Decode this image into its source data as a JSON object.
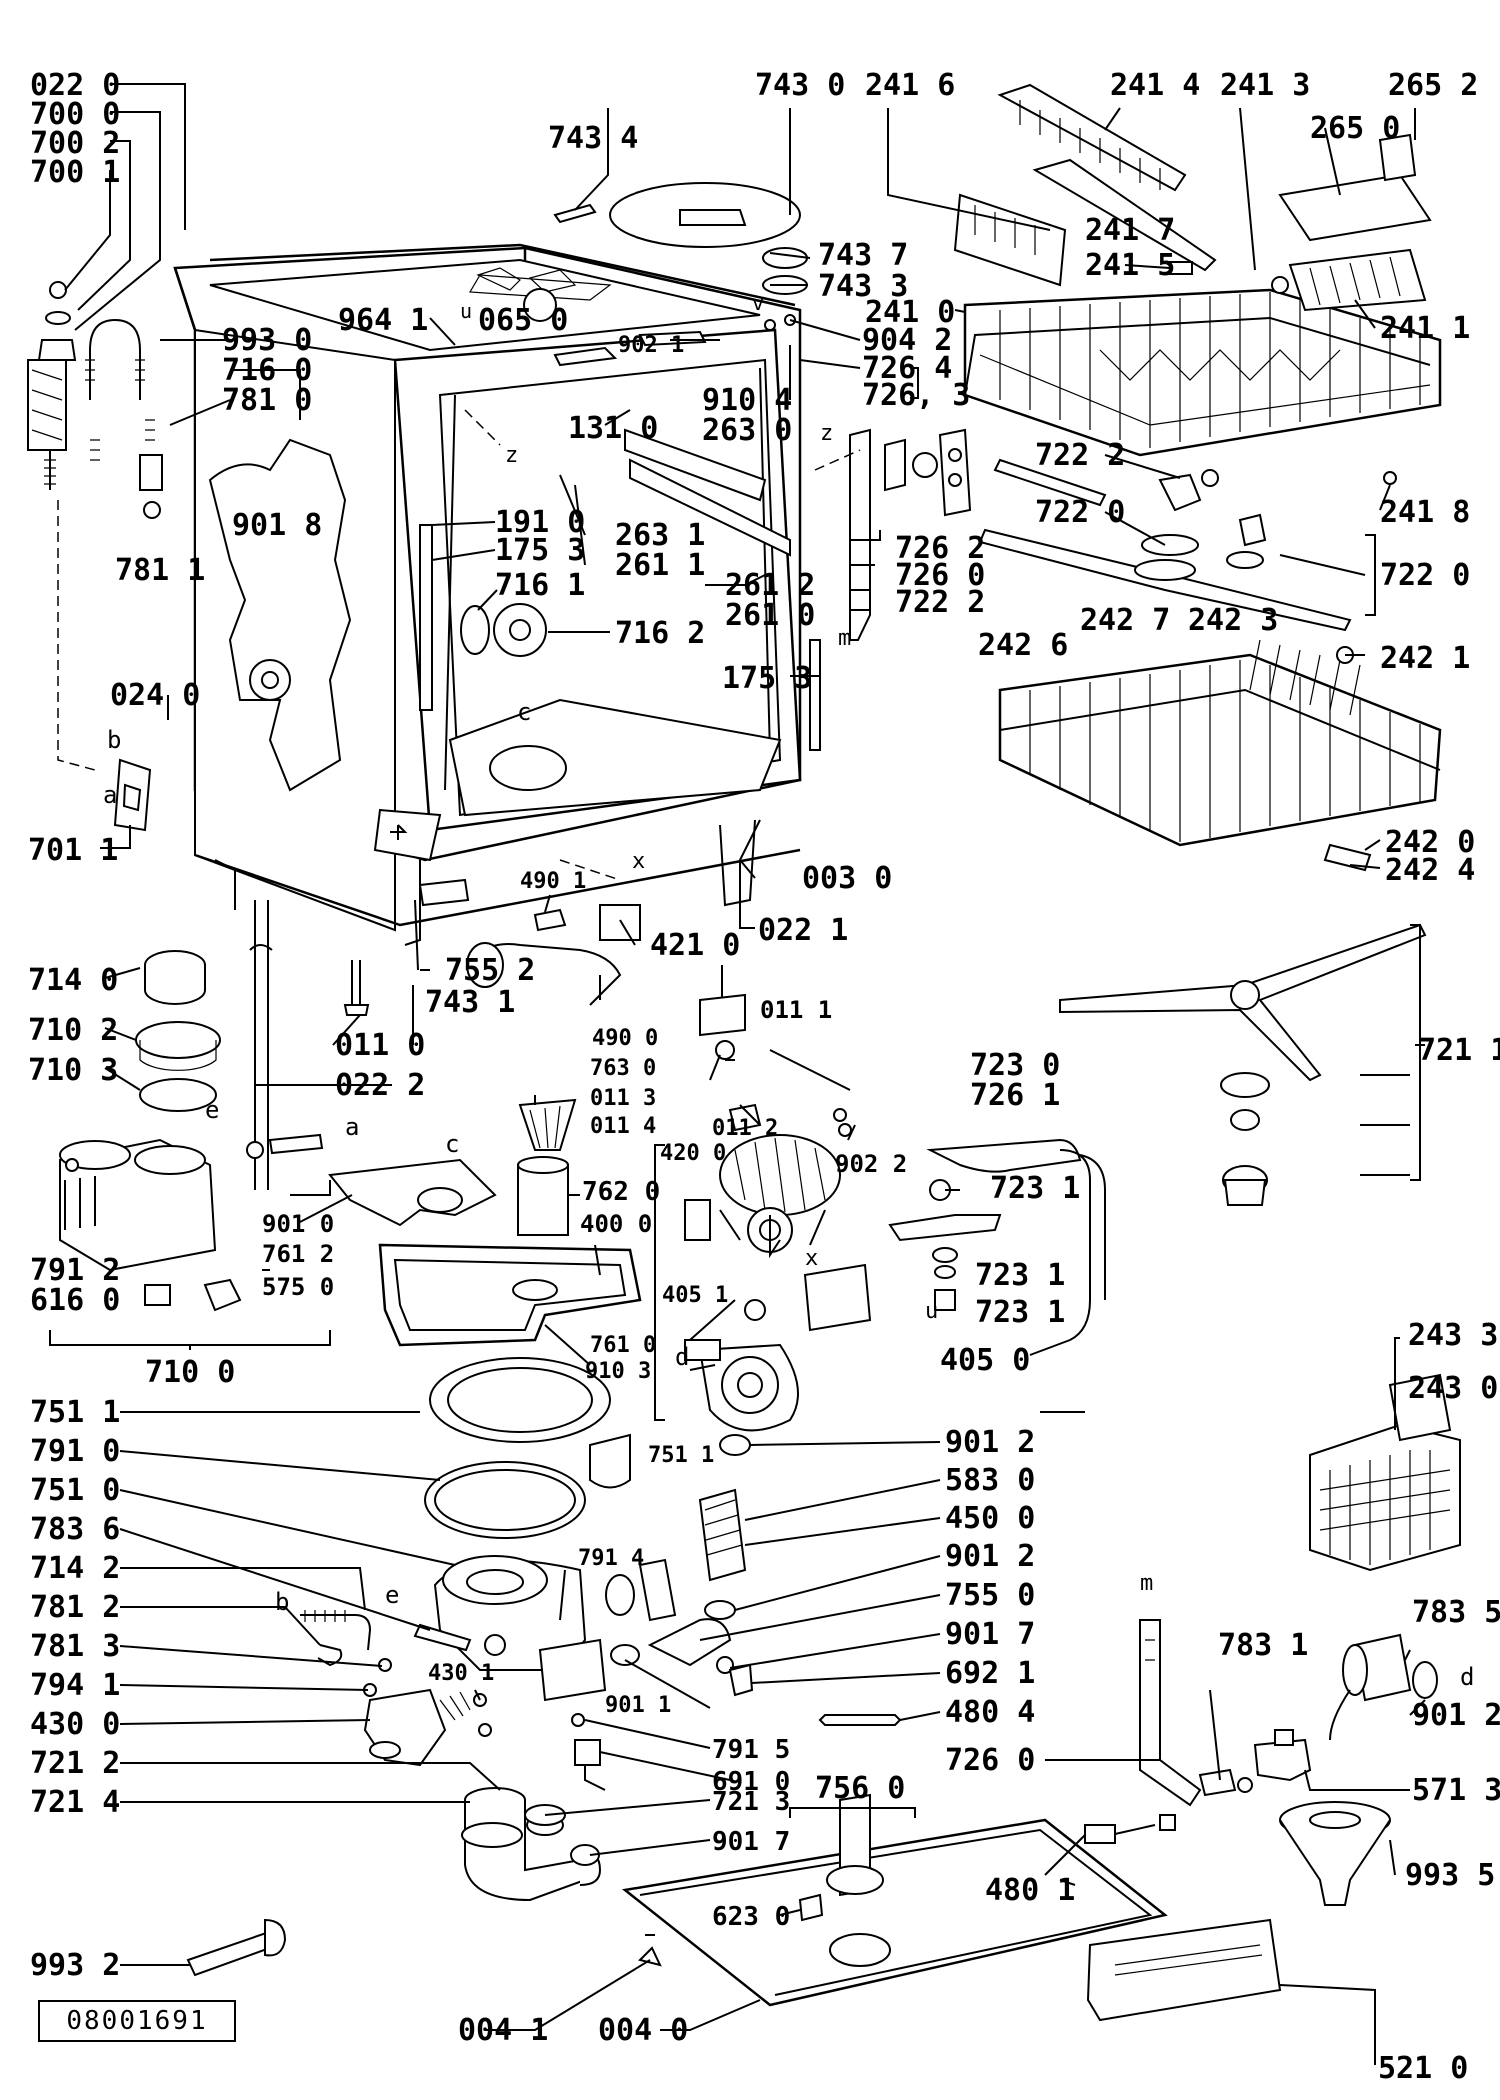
{
  "document_ref": "08001691",
  "parts": [
    {
      "id": "p0220",
      "label": "022 0"
    },
    {
      "id": "p7000",
      "label": "700 0"
    },
    {
      "id": "p7002",
      "label": "700 2"
    },
    {
      "id": "p7001",
      "label": "700 1"
    },
    {
      "id": "p7434",
      "label": "743 4"
    },
    {
      "id": "p7430",
      "label": "743 0"
    },
    {
      "id": "p2416",
      "label": "241 6"
    },
    {
      "id": "p2414",
      "label": "241 4"
    },
    {
      "id": "p2413",
      "label": "241 3"
    },
    {
      "id": "p2652",
      "label": "265 2"
    },
    {
      "id": "p2650",
      "label": "265 0"
    },
    {
      "id": "p7437",
      "label": "743 7"
    },
    {
      "id": "p7433",
      "label": "743 3"
    },
    {
      "id": "p2417",
      "label": "241 7"
    },
    {
      "id": "p2415",
      "label": "241 5"
    },
    {
      "id": "p2410",
      "label": "241 0"
    },
    {
      "id": "p2411",
      "label": "241 1"
    },
    {
      "id": "p9641",
      "label": "964 1"
    },
    {
      "id": "p0650",
      "label": "065 0"
    },
    {
      "id": "p9021",
      "label": "902 1"
    },
    {
      "id": "p9042",
      "label": "904 2"
    },
    {
      "id": "p7264",
      "label": "726 4"
    },
    {
      "id": "p7263",
      "label": "726, 3"
    },
    {
      "id": "p9930",
      "label": "993 0"
    },
    {
      "id": "p7160",
      "label": "716 0"
    },
    {
      "id": "p7810",
      "label": "781 0"
    },
    {
      "id": "p9104",
      "label": "910 4"
    },
    {
      "id": "p2630",
      "label": "263 0"
    },
    {
      "id": "p1310",
      "label": "131 0"
    },
    {
      "id": "p7222a",
      "label": "722 2"
    },
    {
      "id": "p2418",
      "label": "241 8"
    },
    {
      "id": "p9018",
      "label": "901 8"
    },
    {
      "id": "p7811",
      "label": "781 1"
    },
    {
      "id": "p1910",
      "label": "191 0"
    },
    {
      "id": "p1753a",
      "label": "175 3"
    },
    {
      "id": "p2631",
      "label": "263 1"
    },
    {
      "id": "p2611",
      "label": "261 1"
    },
    {
      "id": "p7220a",
      "label": "722 0"
    },
    {
      "id": "p7220b",
      "label": "722 0"
    },
    {
      "id": "p7262",
      "label": "726 2"
    },
    {
      "id": "p7260a",
      "label": "726 0"
    },
    {
      "id": "p7222b",
      "label": "722 2"
    },
    {
      "id": "p7161",
      "label": "716 1"
    },
    {
      "id": "p2612",
      "label": "261 2"
    },
    {
      "id": "p2610",
      "label": "261 0"
    },
    {
      "id": "p7162",
      "label": "716 2"
    },
    {
      "id": "p2426",
      "label": "242 6"
    },
    {
      "id": "p2427",
      "label": "242 7"
    },
    {
      "id": "p2423",
      "label": "242 3"
    },
    {
      "id": "p2421",
      "label": "242 1"
    },
    {
      "id": "p1753b",
      "label": "175 3"
    },
    {
      "id": "p0240",
      "label": "024 0"
    },
    {
      "id": "p7011",
      "label": "701 1"
    },
    {
      "id": "p0030",
      "label": "003 0"
    },
    {
      "id": "p2420",
      "label": "242 0"
    },
    {
      "id": "p2424",
      "label": "242 4"
    },
    {
      "id": "p4901",
      "label": "490 1"
    },
    {
      "id": "p4210",
      "label": "421 0"
    },
    {
      "id": "p0221",
      "label": "022 1"
    },
    {
      "id": "p7140",
      "label": "714 0"
    },
    {
      "id": "p7102",
      "label": "710 2"
    },
    {
      "id": "p7103",
      "label": "710 3"
    },
    {
      "id": "p0110",
      "label": "011 0"
    },
    {
      "id": "p0222",
      "label": "022 2"
    },
    {
      "id": "p7552",
      "label": "755 2"
    },
    {
      "id": "p7431",
      "label": "743 1"
    },
    {
      "id": "p4900",
      "label": "490 0"
    },
    {
      "id": "p0111",
      "label": "011 1"
    },
    {
      "id": "p7630",
      "label": "763 0"
    },
    {
      "id": "p0113",
      "label": "011 3"
    },
    {
      "id": "p0114",
      "label": "011 4"
    },
    {
      "id": "p0112",
      "label": "011 2"
    },
    {
      "id": "p7230",
      "label": "723 0"
    },
    {
      "id": "p7261",
      "label": "726 1"
    },
    {
      "id": "p7211",
      "label": "721 1"
    },
    {
      "id": "p9022",
      "label": "902 2"
    },
    {
      "id": "p4200",
      "label": "420 0"
    },
    {
      "id": "p4000",
      "label": "400 0"
    },
    {
      "id": "p7231a",
      "label": "723 1"
    },
    {
      "id": "p7231b",
      "label": "723 1"
    },
    {
      "id": "p7231c",
      "label": "723 1"
    },
    {
      "id": "p7620",
      "label": "762 0"
    },
    {
      "id": "p9010",
      "label": "901 0"
    },
    {
      "id": "p7612",
      "label": "761 2"
    },
    {
      "id": "p7912",
      "label": "791 2"
    },
    {
      "id": "p6160",
      "label": "616 0"
    },
    {
      "id": "p5750",
      "label": "575 0"
    },
    {
      "id": "p7100",
      "label": "710 0"
    },
    {
      "id": "p4051",
      "label": "405 1"
    },
    {
      "id": "p7610",
      "label": "761 0"
    },
    {
      "id": "p9103",
      "label": "910 3"
    },
    {
      "id": "p4050",
      "label": "405 0"
    },
    {
      "id": "p2433",
      "label": "243 3"
    },
    {
      "id": "p2430",
      "label": "243 0"
    },
    {
      "id": "p7511a",
      "label": "751 1"
    },
    {
      "id": "p7511b",
      "label": "751 1"
    },
    {
      "id": "p9012a",
      "label": "901 2"
    },
    {
      "id": "p7910",
      "label": "791 0"
    },
    {
      "id": "p5830",
      "label": "583 0"
    },
    {
      "id": "p7510",
      "label": "751 0"
    },
    {
      "id": "p4500",
      "label": "450 0"
    },
    {
      "id": "p7836",
      "label": "783 6"
    },
    {
      "id": "p7914",
      "label": "791 4"
    },
    {
      "id": "p9012b",
      "label": "901 2"
    },
    {
      "id": "p7142",
      "label": "714 2"
    },
    {
      "id": "p7550",
      "label": "755 0"
    },
    {
      "id": "p7835",
      "label": "783 5"
    },
    {
      "id": "p7812",
      "label": "781 2"
    },
    {
      "id": "p9017a",
      "label": "901 7"
    },
    {
      "id": "p7831",
      "label": "783 1"
    },
    {
      "id": "p7813",
      "label": "781 3"
    },
    {
      "id": "p4301",
      "label": "430 1"
    },
    {
      "id": "p6921",
      "label": "692 1"
    },
    {
      "id": "p7941",
      "label": "794 1"
    },
    {
      "id": "p9011",
      "label": "901 1"
    },
    {
      "id": "p4804",
      "label": "480 4"
    },
    {
      "id": "p4300",
      "label": "430 0"
    },
    {
      "id": "p7915",
      "label": "791 5"
    },
    {
      "id": "p9012c",
      "label": "901 2"
    },
    {
      "id": "p6910",
      "label": "691 0"
    },
    {
      "id": "p7260b",
      "label": "726 0"
    },
    {
      "id": "p7212",
      "label": "721 2"
    },
    {
      "id": "p5713",
      "label": "571 3"
    },
    {
      "id": "p7213",
      "label": "721 3"
    },
    {
      "id": "p7560",
      "label": "756 0"
    },
    {
      "id": "p7214",
      "label": "721 4"
    },
    {
      "id": "p9017b",
      "label": "901 7"
    },
    {
      "id": "p4801",
      "label": "480 1"
    },
    {
      "id": "p9935",
      "label": "993 5"
    },
    {
      "id": "p6230",
      "label": "623 0"
    },
    {
      "id": "p9932",
      "label": "993 2"
    },
    {
      "id": "p0041",
      "label": "004 1"
    },
    {
      "id": "p0040",
      "label": "004 0"
    },
    {
      "id": "p5210",
      "label": "521 0"
    }
  ],
  "markers": [
    "a",
    "b",
    "c",
    "d",
    "e",
    "m",
    "u",
    "v",
    "x",
    "z"
  ]
}
